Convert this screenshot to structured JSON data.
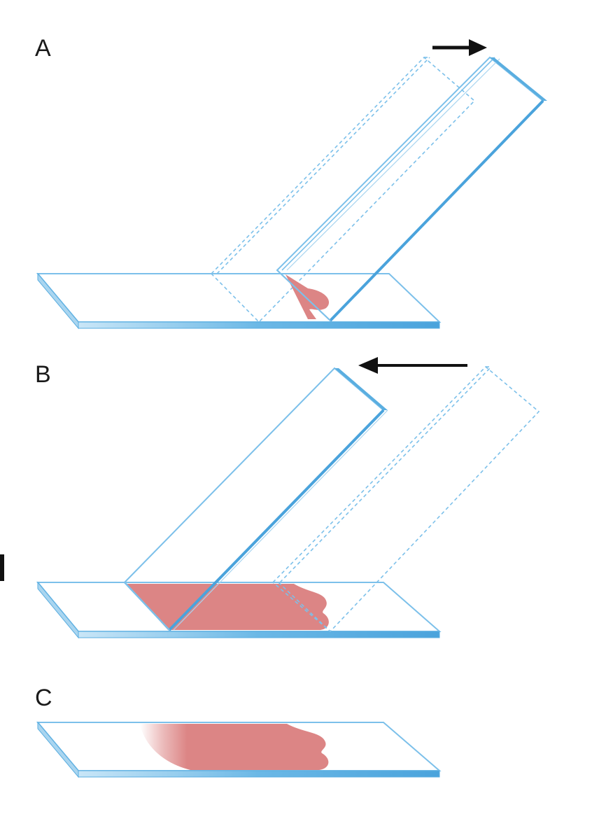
{
  "panels": [
    {
      "id": "A",
      "label": "A",
      "arrow_direction": "right"
    },
    {
      "id": "B",
      "label": "B",
      "arrow_direction": "left"
    },
    {
      "id": "C",
      "label": "C",
      "arrow_direction": "none"
    }
  ],
  "colors": {
    "glass_edge": "#5aaee0",
    "glass_thin": "#7cc0ea",
    "blood": "#dc8585",
    "arrow": "#111111",
    "label": "#1a1a1a"
  }
}
